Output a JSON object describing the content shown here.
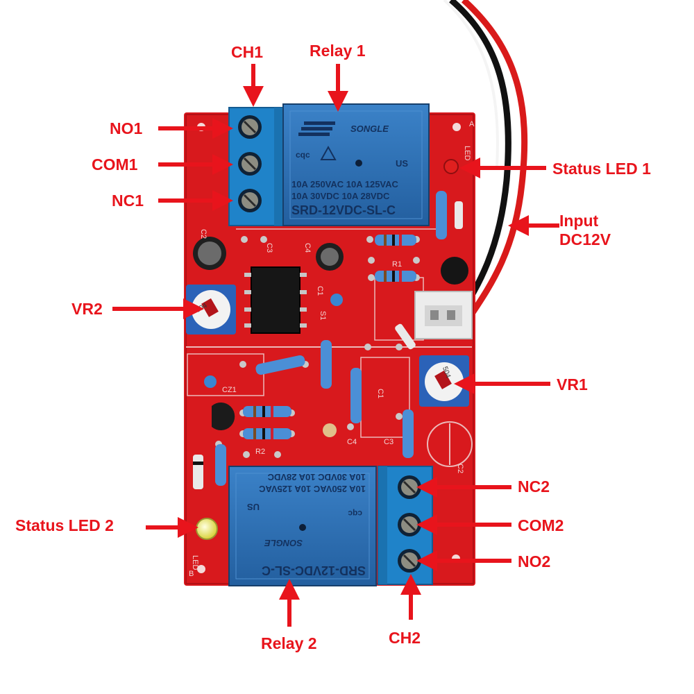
{
  "labels": {
    "ch1": "CH1",
    "relay1": "Relay 1",
    "no1": "NO1",
    "com1": "COM1",
    "nc1": "NC1",
    "status_led1": "Status LED 1",
    "input_line1": "Input",
    "input_line2": "DC12V",
    "vr2": "VR2",
    "vr1": "VR1",
    "nc2": "NC2",
    "com2": "COM2",
    "no2": "NO2",
    "status_led2": "Status LED 2",
    "relay2": "Relay 2",
    "ch2": "CH2"
  },
  "relay_print": {
    "brand": "SONGLE",
    "line1": "10A 250VAC  10A 125VAC",
    "line2": "10A  30VDC  10A  28VDC",
    "model": "SRD-12VDC-SL-C",
    "cert": "cqc",
    "ul": "US"
  },
  "silkscreen": {
    "c2": "C2",
    "c3": "C3",
    "c4": "C4",
    "c1": "C1",
    "r1": "R1",
    "r2": "R2",
    "cz1": "CZ1",
    "led": "LED",
    "a": "A",
    "b": "B",
    "s1": "S1",
    "vr_mark": "504"
  },
  "colors": {
    "callout": "#e8141c",
    "pcb": "#d8191d",
    "relay": "#2a6fb8",
    "terminal": "#1f83c9",
    "wire_red": "#d91a1a",
    "wire_black": "#111111"
  }
}
